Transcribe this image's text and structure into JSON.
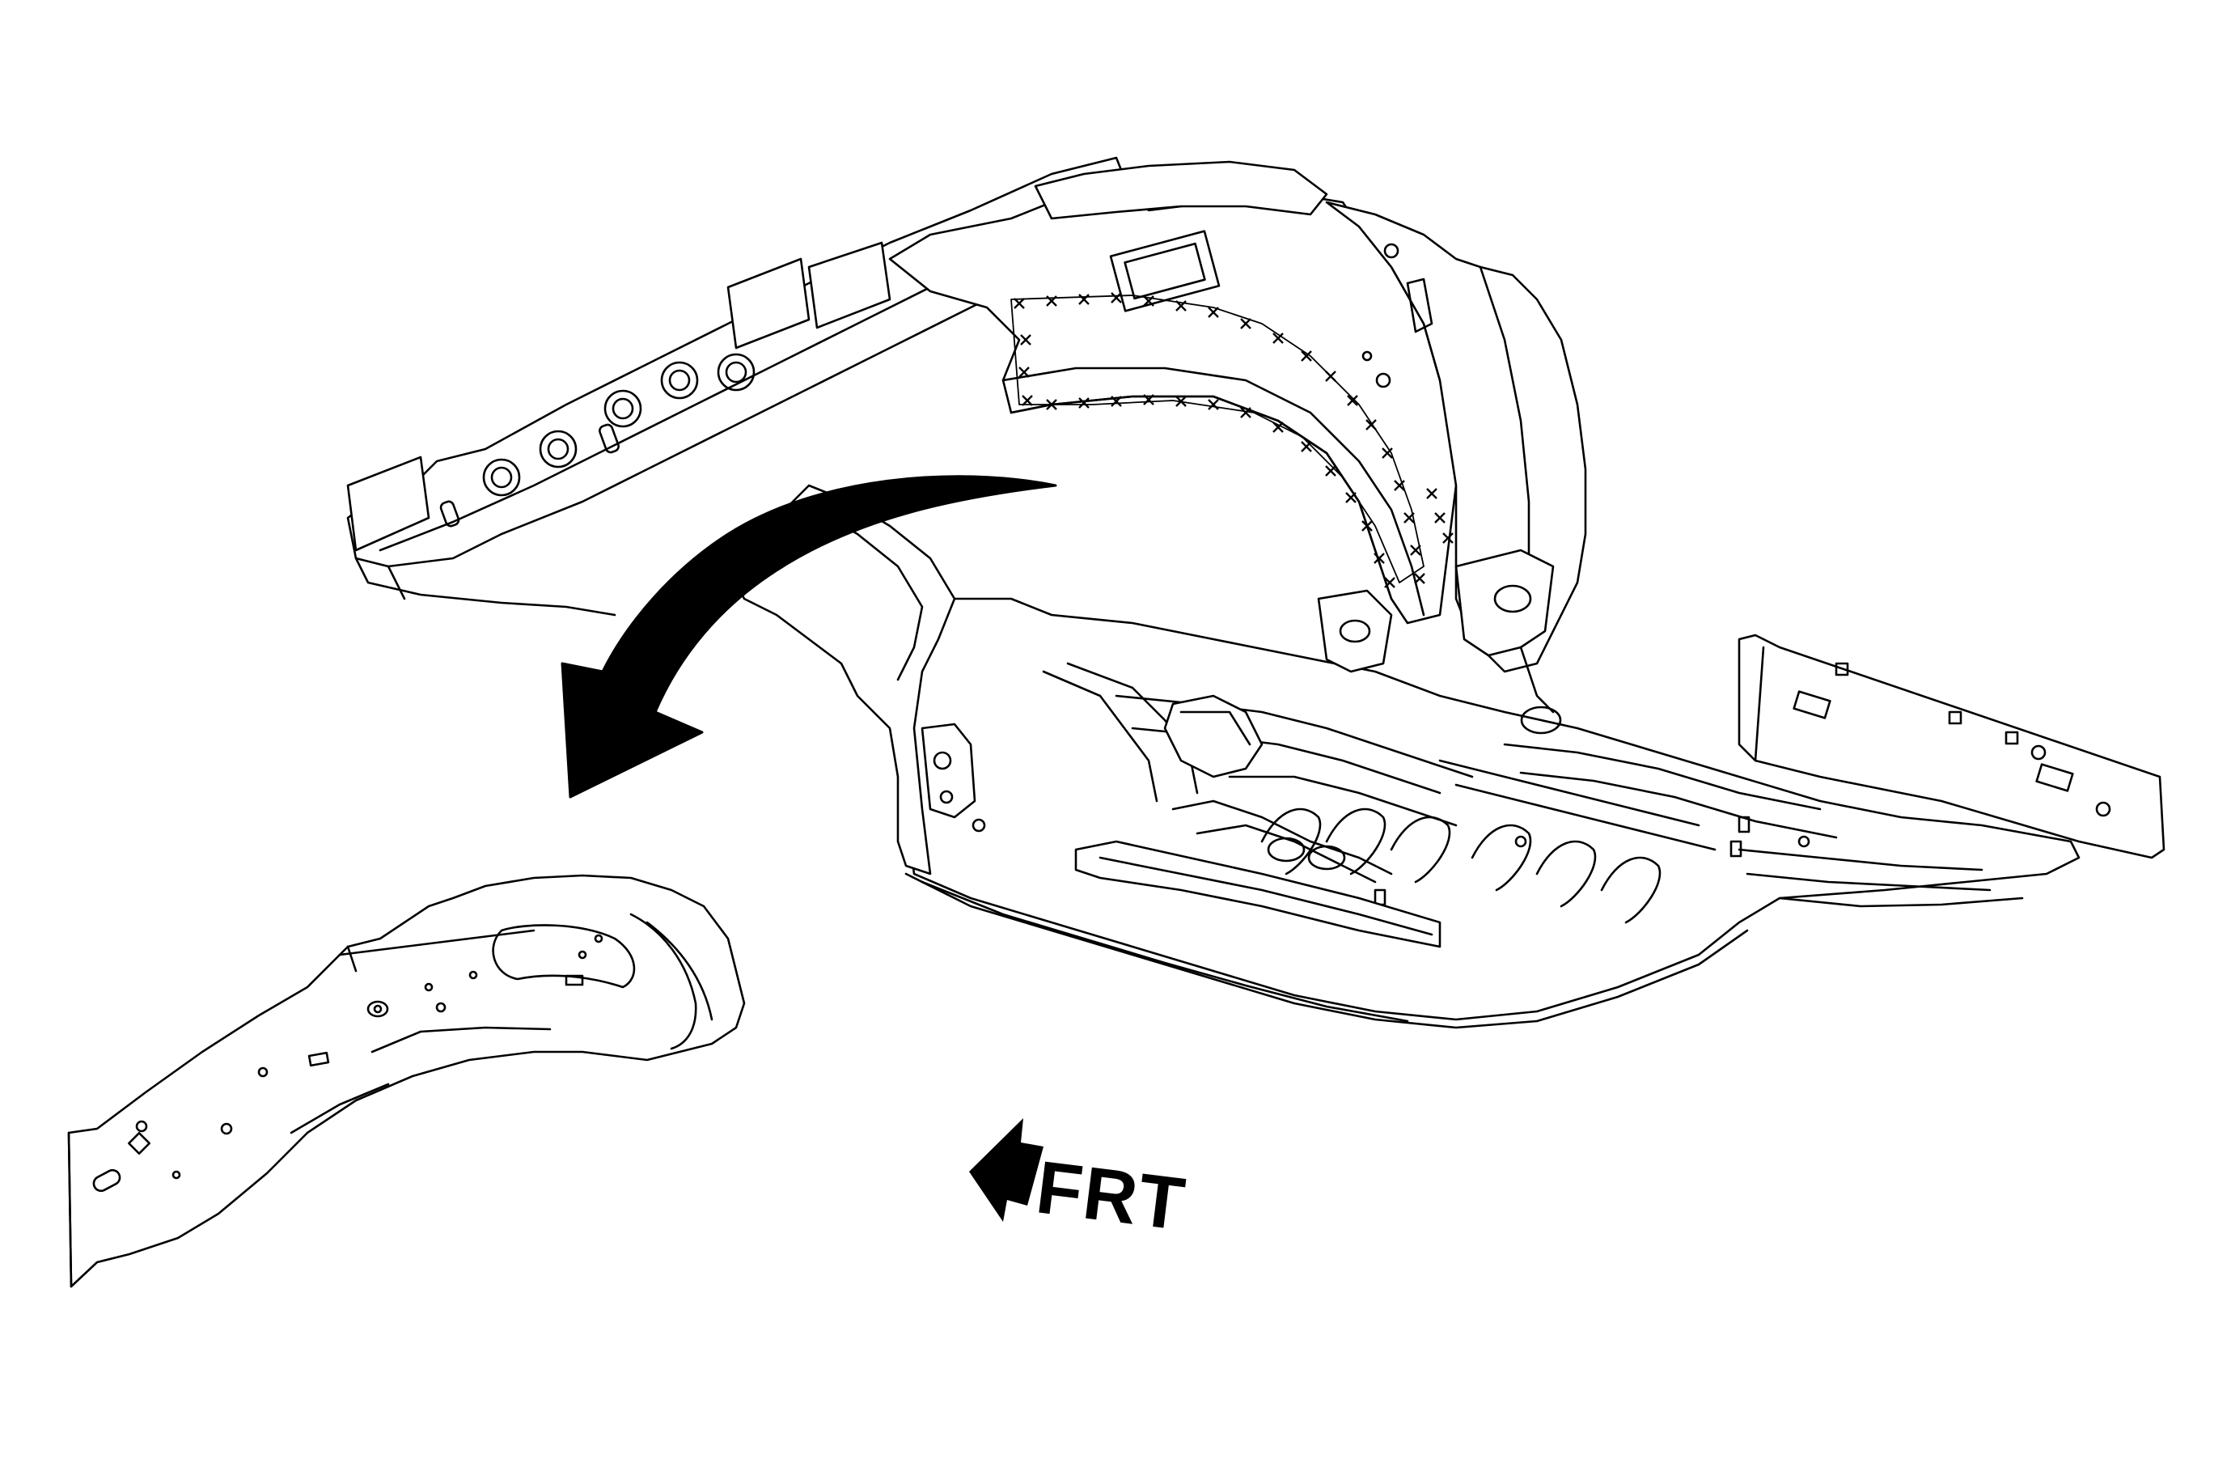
{
  "figure": {
    "direction_label": "FRT",
    "icons": [
      "removal-arrow-icon",
      "front-direction-arrow-icon"
    ],
    "parts": [
      "vehicle-underbody-structure",
      "removed-wheelhouse-panel",
      "weld-point-markers"
    ]
  }
}
